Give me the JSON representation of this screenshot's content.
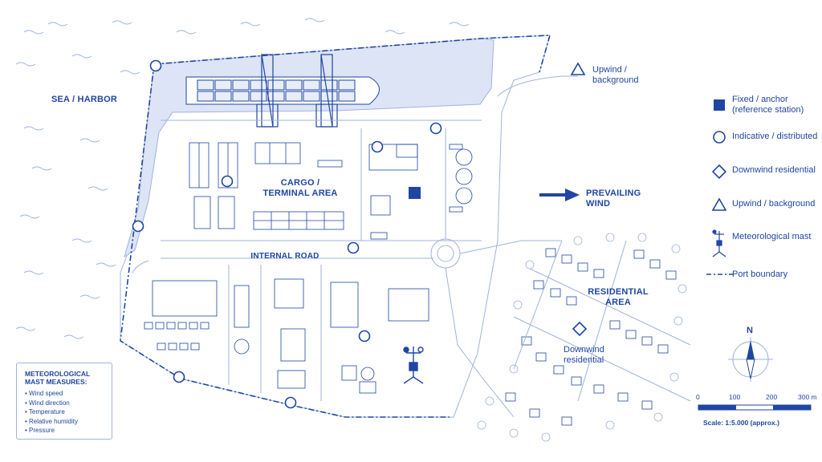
{
  "labels": {
    "sea": "SEA / HARBOR",
    "cargo": "CARGO / TERMINAL AREA",
    "internal_road": "INTERNAL ROAD",
    "wind": "PREVAILING WIND",
    "residential": "RESIDENTIAL AREA",
    "downwind": "Downwind residential",
    "upwind_map": "Upwind / background"
  },
  "legend": {
    "fixed": "Fixed / anchor (reference station)",
    "indicative": "Indicative / distributed",
    "downwind": "Downwind residential",
    "upwind": "Upwind / background",
    "mast": "Meteorological mast",
    "boundary": "Port boundary"
  },
  "met_box": {
    "title": "METEOROLOGICAL MAST MEASURES:",
    "items": [
      "Wind speed",
      "Wind direction",
      "Temperature",
      "Relative humidity",
      "Pressure"
    ]
  },
  "compass": {
    "north": "N"
  },
  "scale": {
    "ticks": [
      "0",
      "100",
      "200",
      "300 m"
    ],
    "caption": "Scale: 1:5.000 (approx.)"
  },
  "colors": {
    "ink": "#1f46a3",
    "water_fill": "#dde4f5",
    "line": "#9fb3df"
  },
  "icons": {
    "fixed": "filled-square-icon",
    "indicative": "circle-icon",
    "downwind": "diamond-icon",
    "upwind": "triangle-icon",
    "mast": "met-mast-icon"
  }
}
